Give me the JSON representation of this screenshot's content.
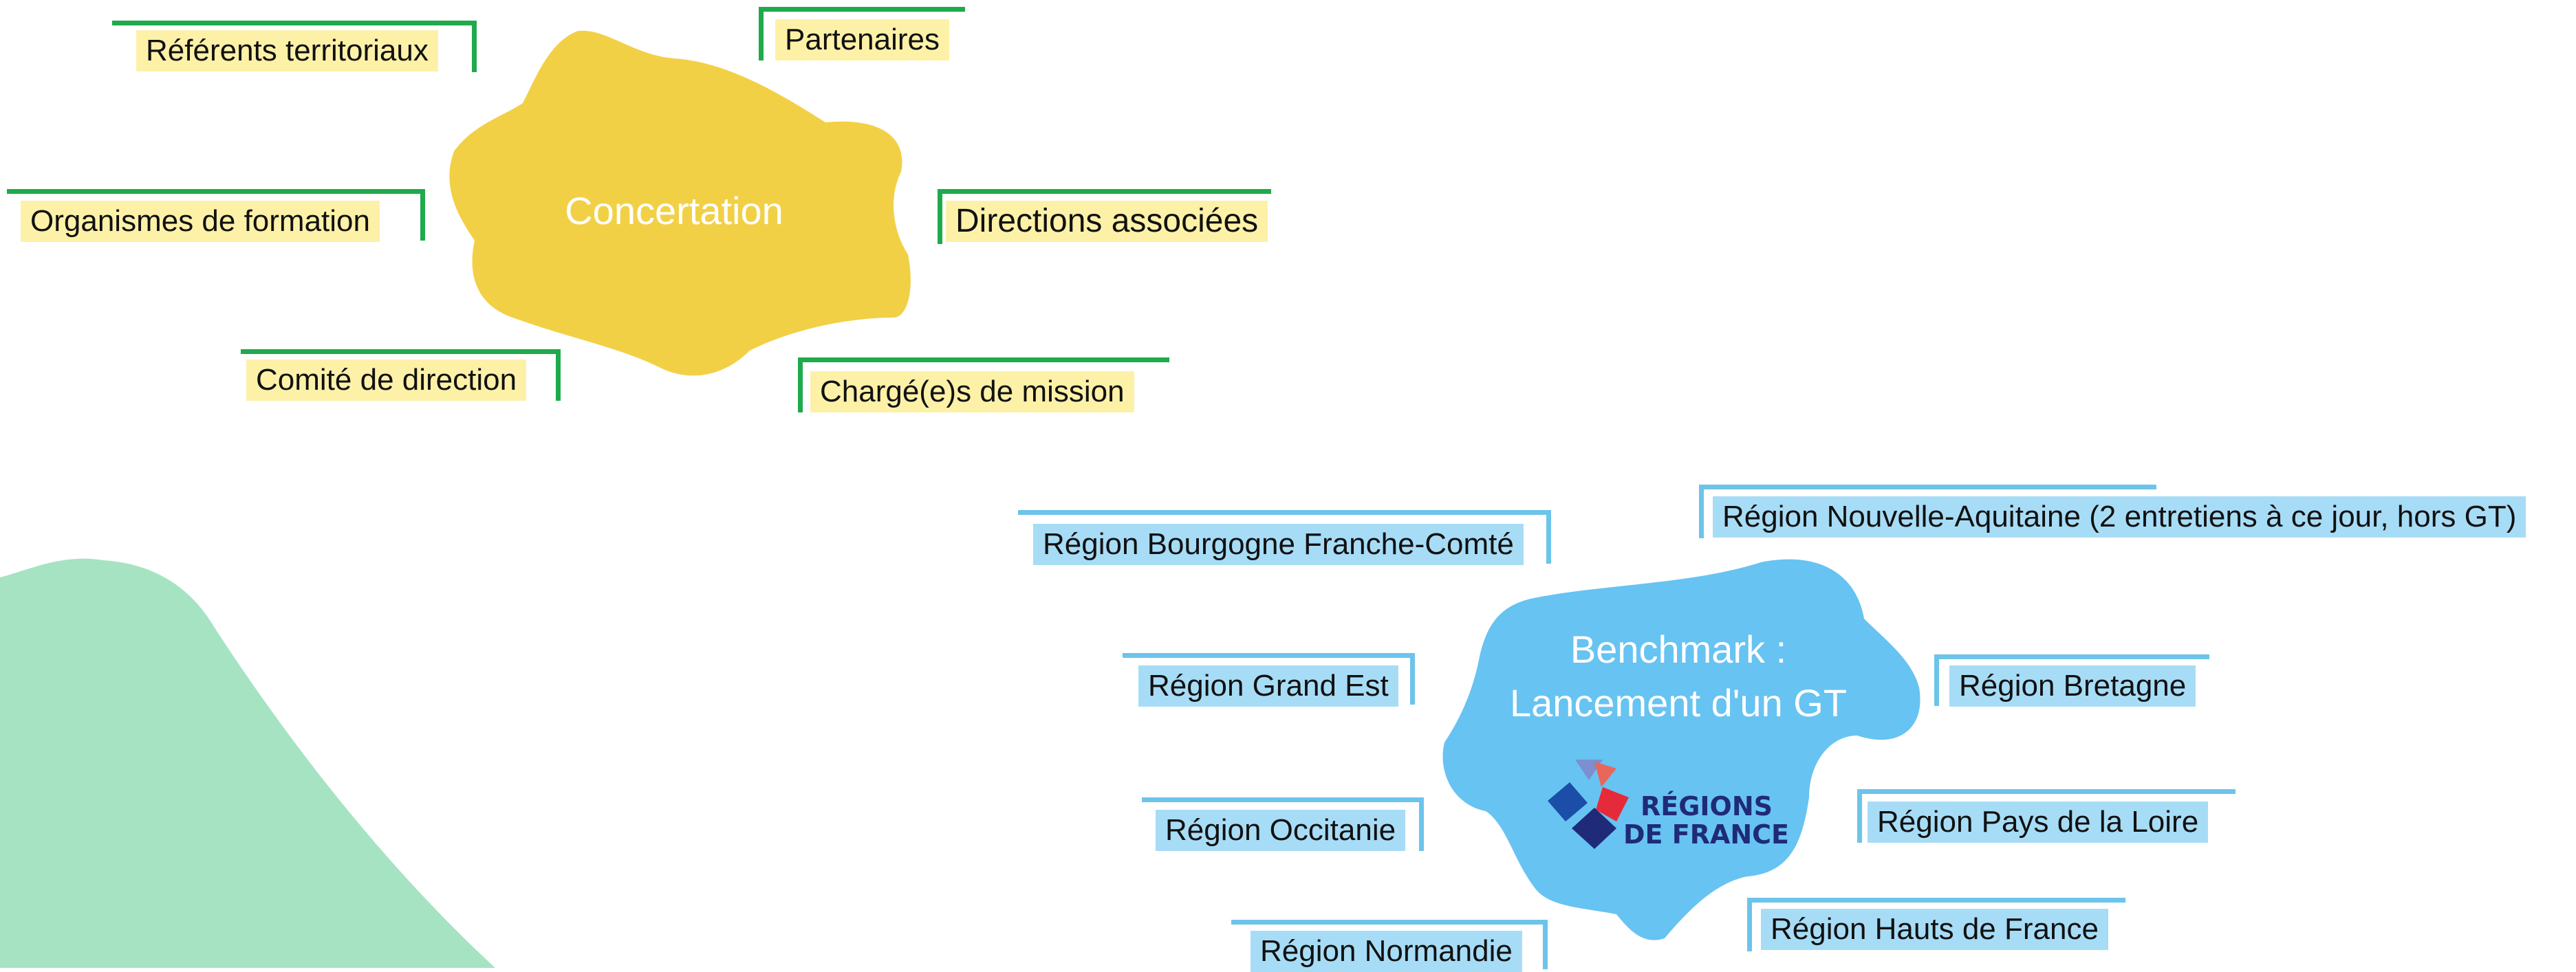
{
  "diagram": {
    "concertation": {
      "title": "Concertation",
      "color": "#f2d046",
      "branches": [
        {
          "label": "Référents territoriaux"
        },
        {
          "label": "Partenaires"
        },
        {
          "label": "Organismes de formation"
        },
        {
          "label": "Directions associées"
        },
        {
          "label": "Comité de direction"
        },
        {
          "label": "Chargé(e)s de mission"
        }
      ]
    },
    "benchmark": {
      "title_line1": "Benchmark :",
      "title_line2": "Lancement d'un GT",
      "color": "#67c3f1",
      "logo": {
        "name": "regions-de-france-logo",
        "line1": "RÉGIONS",
        "line2": "DE FRANCE"
      },
      "branches": [
        {
          "label": "Région Bourgogne Franche-Comté"
        },
        {
          "label": "Région Nouvelle-Aquitaine (2 entretiens à ce jour, hors GT)"
        },
        {
          "label": "Région Grand Est"
        },
        {
          "label": "Région Bretagne"
        },
        {
          "label": "Région Occitanie"
        },
        {
          "label": "Région Pays de la Loire"
        },
        {
          "label": "Région Normandie"
        },
        {
          "label": "Région Hauts de France"
        }
      ]
    },
    "colors": {
      "yellow_connector": "#1faa4c",
      "blue_connector": "#6cc4ea",
      "yellow_label_bg": "#fdf1a8",
      "blue_label_bg": "#a7dcf6",
      "decor_green": "#a6e3c3"
    }
  }
}
